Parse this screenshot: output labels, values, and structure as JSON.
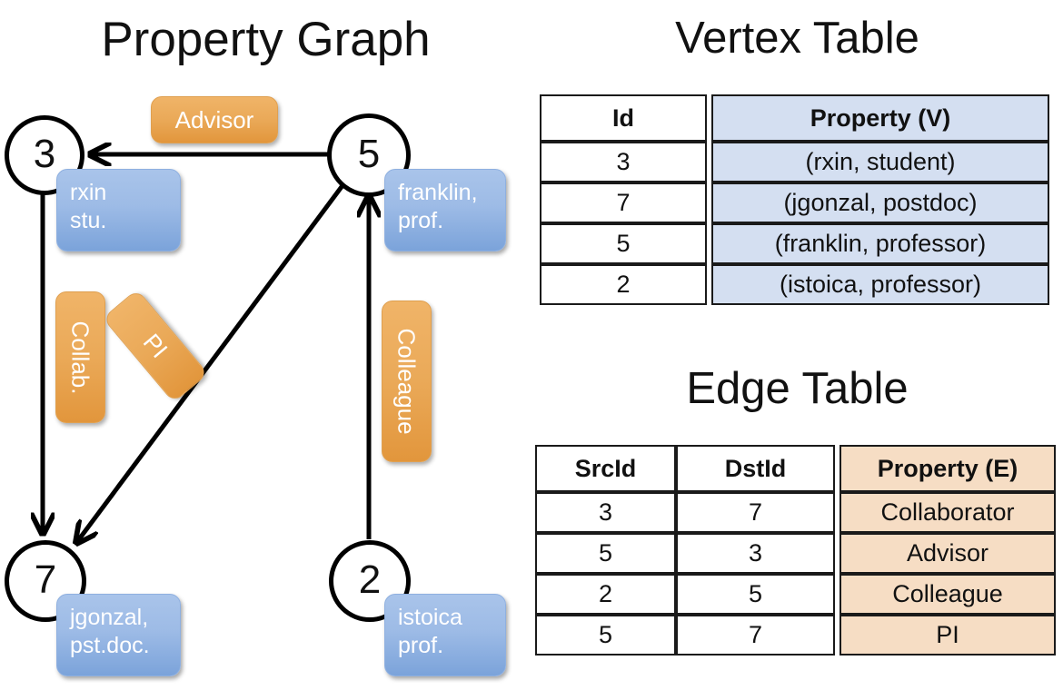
{
  "graph": {
    "title": "Property Graph",
    "nodes": [
      {
        "id": "3",
        "property": "rxin\nstu."
      },
      {
        "id": "5",
        "property": "franklin,\nprof."
      },
      {
        "id": "7",
        "property": "jgonzal,\npst.doc."
      },
      {
        "id": "2",
        "property": "istoica\nprof."
      }
    ],
    "node_labels": {
      "n3": "3",
      "n5": "5",
      "n7": "7",
      "n2": "2"
    },
    "vertex_props": {
      "rxin_line1": "rxin",
      "rxin_line2": "stu.",
      "franklin_line1": "franklin,",
      "franklin_line2": "prof.",
      "jgonzal_line1": "jgonzal,",
      "jgonzal_line2": "pst.doc.",
      "istoica_line1": "istoica",
      "istoica_line2": "prof."
    },
    "edge_labels": {
      "advisor": "Advisor",
      "collab": "Collab.",
      "pi": "PI",
      "colleague": "Colleague"
    },
    "edges": [
      {
        "src": "5",
        "dst": "3",
        "label": "Advisor"
      },
      {
        "src": "3",
        "dst": "7",
        "label": "Collab."
      },
      {
        "src": "5",
        "dst": "7",
        "label": "PI"
      },
      {
        "src": "2",
        "dst": "5",
        "label": "Colleague"
      }
    ]
  },
  "vertex_table": {
    "title": "Vertex Table",
    "headers": [
      "Id",
      "Property (V)"
    ],
    "rows": [
      {
        "id": "3",
        "property": "(rxin, student)"
      },
      {
        "id": "7",
        "property": "(jgonzal, postdoc)"
      },
      {
        "id": "5",
        "property": "(franklin, professor)"
      },
      {
        "id": "2",
        "property": "(istoica, professor)"
      }
    ]
  },
  "edge_table": {
    "title": "Edge Table",
    "headers": [
      "SrcId",
      "DstId",
      "Property (E)"
    ],
    "rows": [
      {
        "src": "3",
        "dst": "7",
        "property": "Collaborator"
      },
      {
        "src": "5",
        "dst": "3",
        "property": "Advisor"
      },
      {
        "src": "2",
        "dst": "5",
        "property": "Colleague"
      },
      {
        "src": "5",
        "dst": "7",
        "property": "PI"
      }
    ]
  },
  "colors": {
    "vertex_property_fill": "#d4dff1",
    "edge_property_fill": "#f6ddc4",
    "callout_blue": "#9dbbe6",
    "callout_orange": "#eaa958",
    "stroke": "#000000",
    "background": "#ffffff"
  }
}
